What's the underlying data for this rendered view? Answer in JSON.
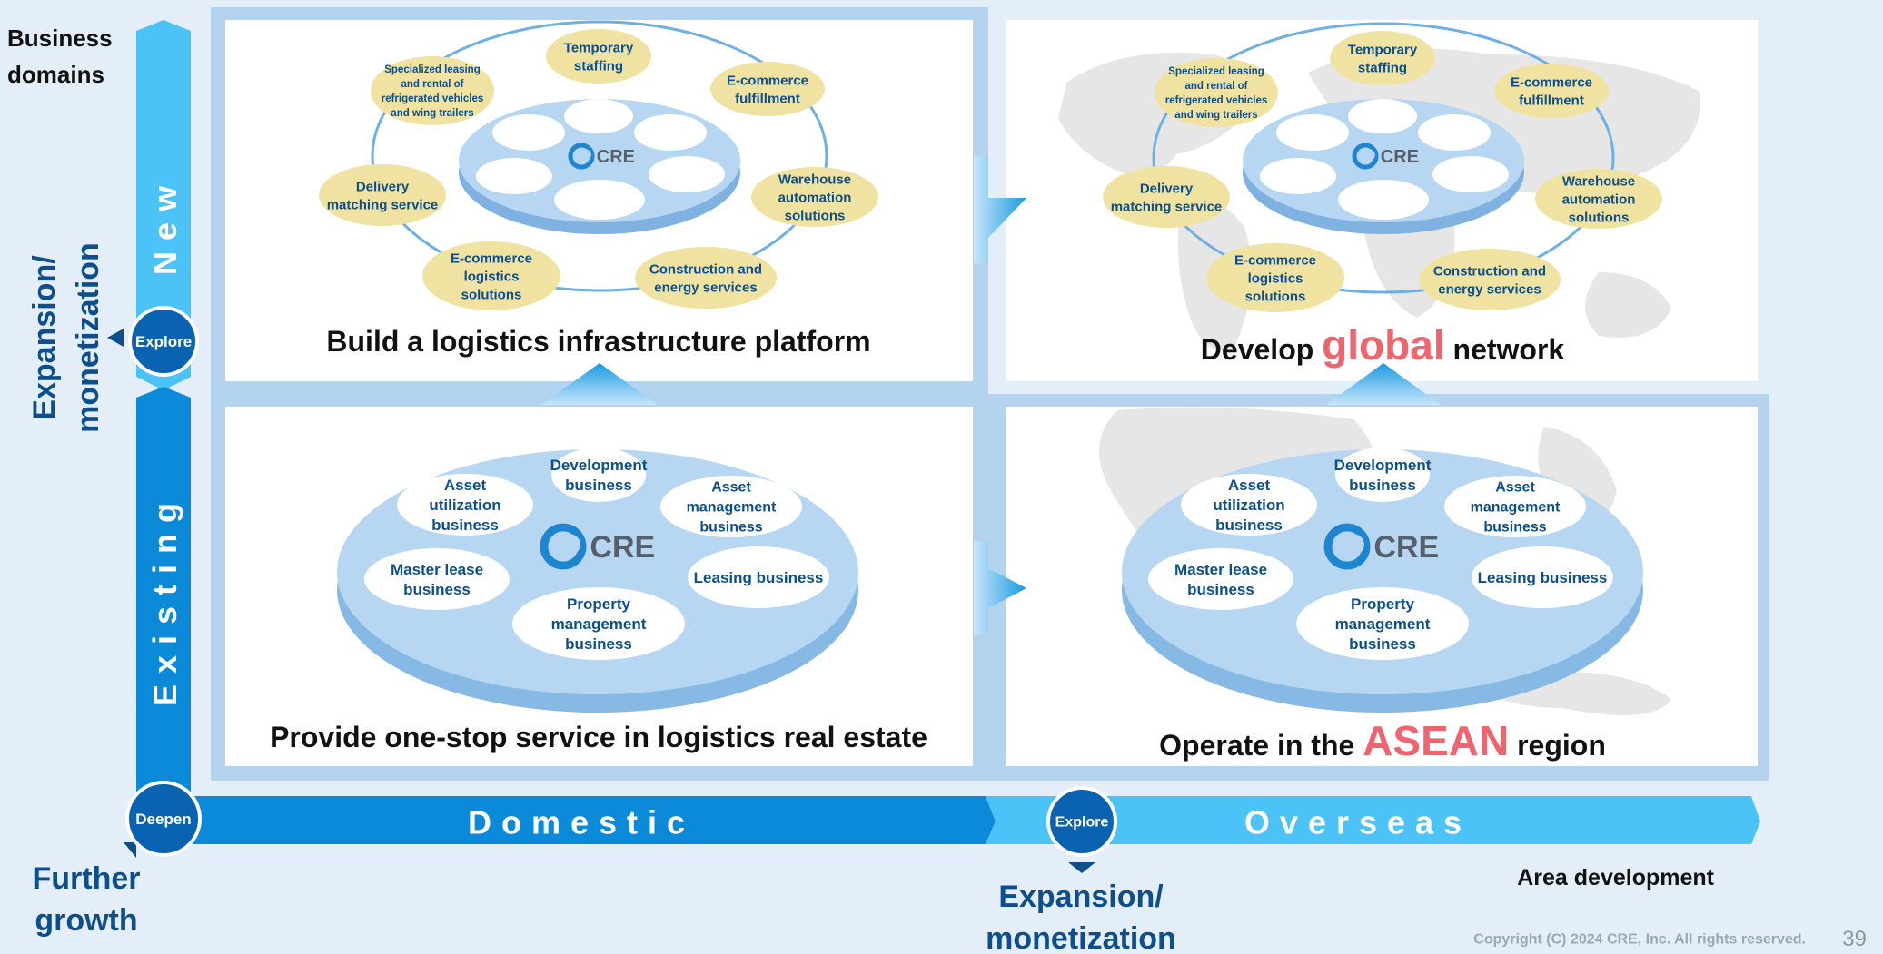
{
  "axes": {
    "business_domains": [
      "Business",
      "domains"
    ],
    "vertical_new": "New",
    "vertical_existing": "Existing",
    "vertical_explore": "Explore",
    "left_expansion": [
      "Expansion/",
      "monetization"
    ],
    "deepen": "Deepen",
    "further_growth": [
      "Further",
      "growth"
    ],
    "domestic": "Domestic",
    "overseas": "Overseas",
    "horizontal_explore": "Explore",
    "bottom_expansion": [
      "Expansion/",
      "monetization"
    ],
    "area_development": "Area development"
  },
  "panels": {
    "new_domestic": {
      "caption": "Build a logistics infrastructure platform",
      "logo": "CRE",
      "services": [
        [
          "Temporary",
          "staffing"
        ],
        [
          "E-commerce",
          "fulfillment"
        ],
        [
          "Warehouse",
          "automation",
          "solutions"
        ],
        [
          "Construction and",
          "energy services"
        ],
        [
          "E-commerce",
          "logistics",
          "solutions"
        ],
        [
          "Delivery",
          "matching service"
        ],
        [
          "Specialized leasing",
          "and rental of",
          "refrigerated vehicles",
          "and wing trailers"
        ]
      ]
    },
    "new_overseas": {
      "caption_prefix": "Develop",
      "caption_highlight": "global",
      "caption_suffix": "network",
      "logo": "CRE",
      "services": [
        [
          "Temporary",
          "staffing"
        ],
        [
          "E-commerce",
          "fulfillment"
        ],
        [
          "Warehouse",
          "automation",
          "solutions"
        ],
        [
          "Construction and",
          "energy services"
        ],
        [
          "E-commerce",
          "logistics",
          "solutions"
        ],
        [
          "Delivery",
          "matching service"
        ],
        [
          "Specialized leasing",
          "and rental of",
          "refrigerated vehicles",
          "and wing trailers"
        ]
      ]
    },
    "existing_domestic": {
      "caption": "Provide one-stop service in logistics real estate",
      "logo": "CRE",
      "businesses": [
        [
          "Development",
          "business"
        ],
        [
          "Asset",
          "management",
          "business"
        ],
        [
          "Leasing business"
        ],
        [
          "Property",
          "management",
          "business"
        ],
        [
          "Master lease",
          "business"
        ],
        [
          "Asset",
          "utilization",
          "business"
        ]
      ]
    },
    "existing_overseas": {
      "caption_prefix": "Operate in the",
      "caption_highlight": "ASEAN",
      "caption_suffix": "region",
      "logo": "CRE",
      "businesses": [
        [
          "Development",
          "business"
        ],
        [
          "Asset",
          "management",
          "business"
        ],
        [
          "Leasing business"
        ],
        [
          "Property",
          "management",
          "business"
        ],
        [
          "Master lease",
          "business"
        ],
        [
          "Asset",
          "utilization",
          "business"
        ]
      ]
    }
  },
  "footer": {
    "copyright": "Copyright (C) 2024  CRE, Inc. All rights reserved.",
    "page_number": "39"
  },
  "colors": {
    "background": "#e4eef8",
    "dark_blue": "#0c4f8c",
    "mid_blue": "#0a8ad8",
    "light_blue": "#4bc3f6",
    "ellipse_yellow": "#f0e2a0",
    "highlight_red": "#f0646e",
    "platform_fill": "#b6d6f2"
  }
}
